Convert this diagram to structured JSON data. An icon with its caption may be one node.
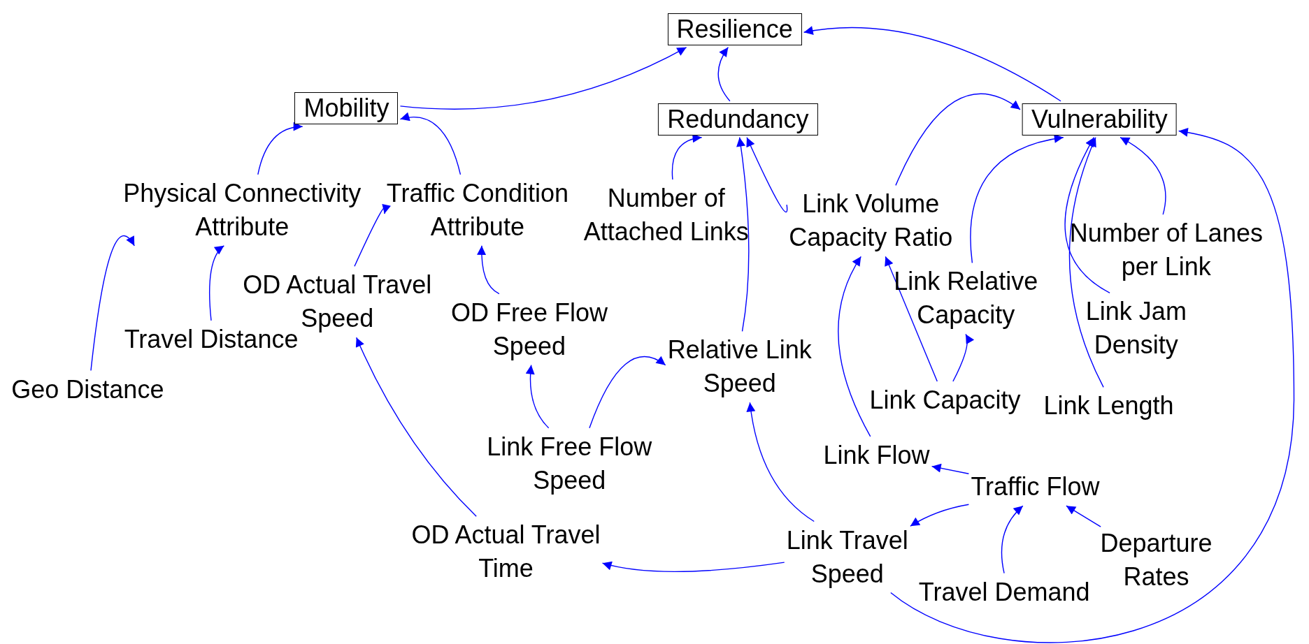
{
  "diagram": {
    "nodes": [
      {
        "text": [
          "Resilience"
        ]
      },
      {
        "text": [
          "Mobility"
        ]
      },
      {
        "text": [
          "Redundancy"
        ]
      },
      {
        "text": [
          "Vulnerability"
        ]
      },
      {
        "text": [
          "Physical Connectivity Attribute"
        ]
      },
      {
        "text": [
          "Traffic Condition Attribute"
        ]
      },
      {
        "text": [
          "Number of Attached Links"
        ]
      },
      {
        "text": [
          "Link Volume Capacity Ratio"
        ]
      },
      {
        "text": [
          "Number of Lanes per Link"
        ]
      },
      {
        "text": [
          "Link Relative Capacity"
        ]
      },
      {
        "text": [
          "OD Actual Travel Speed"
        ]
      },
      {
        "text": [
          "Travel Distance"
        ]
      },
      {
        "text": [
          "OD Free Flow Speed"
        ]
      },
      {
        "text": [
          "Relative Link Speed"
        ]
      },
      {
        "text": [
          "Link Jam Density"
        ]
      },
      {
        "text": [
          "Geo Distance"
        ]
      },
      {
        "text": [
          "Link Capacity"
        ]
      },
      {
        "text": [
          "Link Length"
        ]
      },
      {
        "text": [
          "Link Free Flow Speed"
        ]
      },
      {
        "text": [
          "Link Flow"
        ]
      },
      {
        "text": [
          "Traffic Flow"
        ]
      },
      {
        "text": [
          "OD Actual Travel Time"
        ]
      },
      {
        "text": [
          "Link Travel Speed"
        ]
      },
      {
        "text": [
          "Departure Rates"
        ]
      },
      {
        "text": [
          "Travel Demand"
        ]
      }
    ],
    "edges": [
      {
        "from": 1,
        "to": 0,
        "arrow": "to"
      },
      {
        "from": 2,
        "to": 0,
        "arrow": "to"
      },
      {
        "from": 3,
        "to": 0,
        "arrow": "to"
      },
      {
        "from": 4,
        "to": 1,
        "arrow": "to"
      },
      {
        "from": 5,
        "to": 1,
        "arrow": "to"
      },
      {
        "from": 6,
        "to": 2,
        "arrow": "to"
      },
      {
        "from": 7,
        "to": 2,
        "arrow": "to"
      },
      {
        "from": 13,
        "to": 2,
        "arrow": "to"
      },
      {
        "from": 7,
        "to": 3,
        "arrow": "to"
      },
      {
        "from": 9,
        "to": 3,
        "arrow": "to"
      },
      {
        "from": 14,
        "to": 3,
        "arrow": "to"
      },
      {
        "from": 8,
        "to": 3,
        "arrow": "to"
      },
      {
        "from": 17,
        "to": 3,
        "arrow": "to"
      },
      {
        "from": 22,
        "to": 3,
        "arrow": "to"
      },
      {
        "from": 15,
        "to": 4,
        "arrow": "to"
      },
      {
        "from": 11,
        "to": 4,
        "arrow": "to"
      },
      {
        "from": 10,
        "to": 5,
        "arrow": "to"
      },
      {
        "from": 12,
        "to": 5,
        "arrow": "to"
      },
      {
        "from": 21,
        "to": 10,
        "arrow": "to"
      },
      {
        "from": 18,
        "to": 12,
        "arrow": "to"
      },
      {
        "from": 18,
        "to": 13,
        "arrow": "to"
      },
      {
        "from": 22,
        "to": 13,
        "arrow": "to"
      },
      {
        "from": 16,
        "to": 7,
        "arrow": "to"
      },
      {
        "from": 16,
        "to": 9,
        "arrow": "to"
      },
      {
        "from": 19,
        "to": 7,
        "arrow": "to"
      },
      {
        "from": 20,
        "to": 19,
        "arrow": "to"
      },
      {
        "from": 20,
        "to": 22,
        "arrow": "to"
      },
      {
        "from": 24,
        "to": 20,
        "arrow": "to"
      },
      {
        "from": 23,
        "to": 20,
        "arrow": "to"
      },
      {
        "from": 22,
        "to": 21,
        "arrow": "to"
      }
    ]
  }
}
